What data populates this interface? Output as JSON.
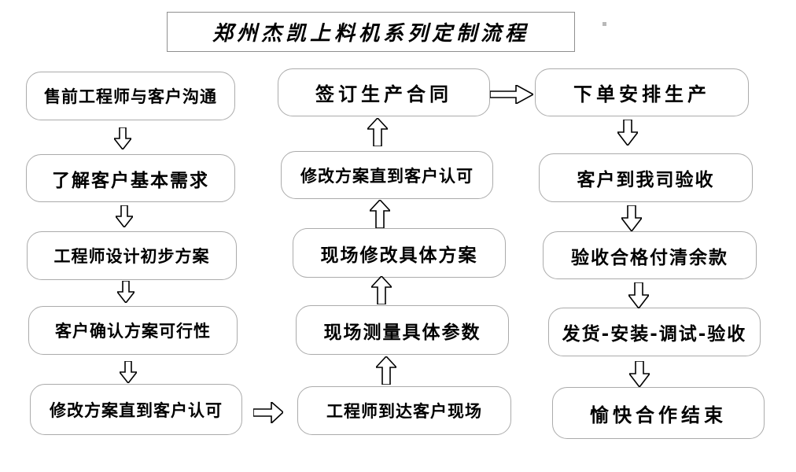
{
  "title": "郑州杰凯上料机系列定制流程",
  "flow": {
    "left_column": [
      "售前工程师与客户沟通",
      "了解客户基本需求",
      "工程师设计初步方案",
      "客户确认方案可行性",
      "修改方案直到客户认可"
    ],
    "middle_column": [
      "签订生产合同",
      "修改方案直到客户认可",
      "现场修改具体方案",
      "现场测量具体参数",
      "工程师到达客户现场"
    ],
    "right_column": [
      "下单安排生产",
      "客户到我司验收",
      "验收合格付清余款",
      "发货-安装-调试-验收",
      "愉快合作结束"
    ]
  },
  "icons": {
    "down_arrow": "hollow block arrow pointing down",
    "up_arrow": "hollow block arrow pointing up",
    "right_arrow": "hollow block arrow pointing right"
  },
  "colors": {
    "background": "#ffffff",
    "box_border": "#ababab",
    "arrow_stroke": "#000000",
    "text": "#000000"
  }
}
